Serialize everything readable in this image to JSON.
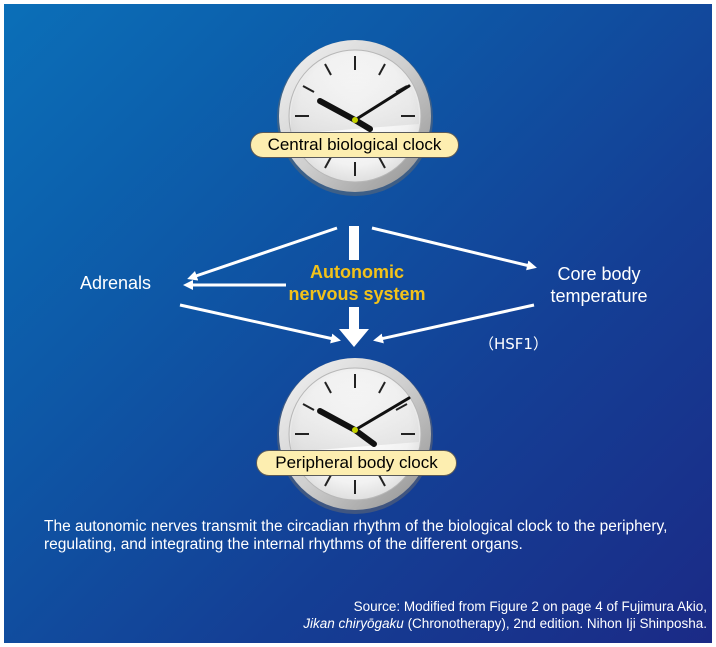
{
  "clocks": {
    "central_label": "Central biological clock",
    "peripheral_label": "Peripheral body clock"
  },
  "nodes": {
    "adrenals": "Adrenals",
    "autonomic_line1": "Autonomic",
    "autonomic_line2": "nervous system",
    "core_line1": "Core body",
    "core_line2": "temperature",
    "hsf1": "（HSF1）"
  },
  "caption": "The autonomic nerves transmit the circadian rhythm of the biological clock to the periphery, regulating, and integrating the internal rhythms of the different organs.",
  "source": {
    "line1": "Source: Modified from Figure 2 on page 4 of Fujimura Akio,",
    "line2_italic": "Jikan chiryōgaku",
    "line2_rest": " (Chronotherapy), 2nd edition. Nihon Iji Shinposha."
  },
  "colors": {
    "accent_yellow": "#f2c21a",
    "pill_fill": "#fdeeb0",
    "arrow": "#ffffff"
  }
}
